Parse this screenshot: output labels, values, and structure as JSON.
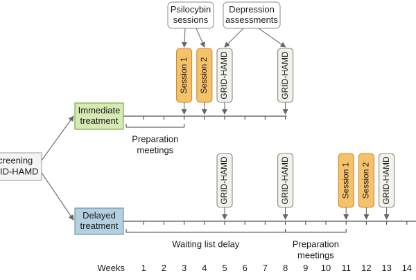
{
  "callouts": {
    "psilocybin": [
      "Psilocybin",
      "sessions"
    ],
    "depression": [
      "Depression",
      "assessments"
    ]
  },
  "screening": [
    "Screening",
    "GRID-HAMD"
  ],
  "arms": {
    "immediate": {
      "label": [
        "Immediate",
        "treatment"
      ],
      "color": "#d6eab3",
      "border": "#7fab46",
      "boxes": [
        {
          "text": "Session 1",
          "kind": "session",
          "week": 3
        },
        {
          "text": "Session 2",
          "kind": "session",
          "week": 4
        },
        {
          "text": "GRID-HAMD",
          "kind": "assessment",
          "week": 5
        },
        {
          "text": "GRID-HAMD",
          "kind": "assessment",
          "week": 8
        }
      ],
      "brackets": [
        {
          "label": [
            "Preparation",
            "meetings"
          ],
          "from_week": 0,
          "to_week": 3
        }
      ]
    },
    "delayed": {
      "label": [
        "Delayed",
        "treatment"
      ],
      "color": "#b4cfdf",
      "border": "#6f94ab",
      "boxes": [
        {
          "text": "GRID-HAMD",
          "kind": "assessment",
          "week": 5
        },
        {
          "text": "GRID-HAMD",
          "kind": "assessment",
          "week": 8
        },
        {
          "text": "Session 1",
          "kind": "session",
          "week": 11
        },
        {
          "text": "Session 2",
          "kind": "session",
          "week": 12
        },
        {
          "text": "GRID-HAMD",
          "kind": "assessment",
          "week": 13
        }
      ],
      "brackets": [
        {
          "label": [
            "Waiting list delay"
          ],
          "from_week": 0,
          "to_week": 8
        },
        {
          "label": [
            "Preparation",
            "meetings"
          ],
          "from_week": 8,
          "to_week": 11
        }
      ]
    }
  },
  "weeks_label": "Weeks",
  "weeks": [
    "1",
    "2",
    "3",
    "4",
    "5",
    "6",
    "7",
    "8",
    "9",
    "10",
    "11",
    "12",
    "13",
    "14"
  ],
  "colors": {
    "session_fill": "#f6c16b",
    "session_border": "#c98c27",
    "assessment_fill": "#f3f2ea",
    "assessment_border": "#888888",
    "line": "#555555"
  }
}
